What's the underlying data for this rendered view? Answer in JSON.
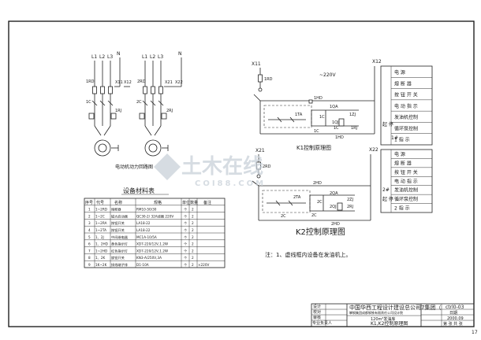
{
  "motor": {
    "left": {
      "phases": [
        "L1",
        "L2",
        "L3"
      ],
      "neutral": "N",
      "fuse": "1RD",
      "contactor": "1C",
      "relay": "1RJ",
      "terminals": [
        "X11",
        "X12"
      ]
    },
    "right": {
      "phases": [
        "L1",
        "L2",
        "L3"
      ],
      "neutral": "N",
      "fuse": "2RD",
      "contactor": "2C",
      "relay": "2RJ",
      "terminals": [
        "X21",
        "X22"
      ]
    },
    "caption": "电动机动力回路图"
  },
  "materials": {
    "title": "设备材料表",
    "headers": [
      "序号",
      "代号",
      "名",
      "称",
      "规",
      "格",
      "单位",
      "数量",
      "备",
      "注"
    ],
    "rows": [
      [
        "1",
        "1~2RD",
        "熔断器",
        "RM10-50/30",
        "个",
        "2"
      ],
      [
        "2",
        "1~2C",
        "磁力启动器",
        "QC30-2/ 32A线圈 220V",
        "个",
        "2"
      ],
      [
        "3",
        "1~2RA",
        "按钮开关",
        "LA18-22",
        "个",
        "2"
      ],
      [
        "4",
        "1~2TA",
        "按钮开关",
        "LA18-22",
        "个",
        "2"
      ],
      [
        "5",
        "1、2J",
        "中间继电器",
        "MC1A-10/5A",
        "个",
        "2"
      ],
      [
        "6",
        "1、2HD",
        "黄色指示灯",
        "XD7-220/12V,1.2W",
        "个",
        "2"
      ],
      [
        "7",
        "1~2HD",
        "红色指示灯",
        "XD7-220/12V,1.2W",
        "个",
        "2"
      ],
      [
        "8",
        "1、2K",
        "旋钮开关",
        "KN3-A/250V,3A",
        "个",
        "2"
      ],
      [
        "9",
        "1K~2K",
        "接线端子排",
        "D1-10A",
        "个",
        "2"
      ]
    ],
    "row_note": "×220V"
  },
  "k1": {
    "top_labels": [
      "X11",
      "X12"
    ],
    "voltage": "~220V",
    "components": [
      "1RD",
      "1HD",
      "1QA",
      "1TA",
      "1C",
      "1ZJ",
      "1QJ",
      "1C",
      "1RJ",
      "1C",
      "1HD"
    ],
    "caption": "K1控制原理图"
  },
  "k2": {
    "top_labels": [
      "X21",
      "X22"
    ],
    "components": [
      "2RD",
      "2HD",
      "2QA",
      "2TA",
      "2C",
      "2ZJ",
      "2QJ",
      "2C",
      "2RJ",
      "2C",
      "2HD"
    ],
    "caption": "K2控制原理图"
  },
  "legend1": {
    "rows": [
      "电 源",
      "熔 断 器",
      "按 钮 开 关",
      "电 动 指 示",
      "发油机控制",
      "循环泵控制",
      "1 指 示"
    ],
    "side_label": "起 停",
    "mark": "1#"
  },
  "legend2": {
    "rows": [
      "电 源",
      "熔 断 器",
      "按 钮 开 关",
      "电 动 指 示",
      "发油机控制",
      "循环泵控制",
      "2 指 示"
    ],
    "side_label": "起 停",
    "mark": "2#"
  },
  "note": "注：1、虚线框内设备在发油机上。",
  "watermark": {
    "cn": "土木在线",
    "en": "COI88.COM"
  },
  "title_block": {
    "company": "中国华西工程设计建设总公司7集团（",
    "company_sub": "攀钢集团成都钢铁有限责任公司设计院",
    "project": "120m³发油库",
    "drawing_title": "K1,K2控制原理图",
    "labels": [
      "设计",
      "校对",
      "审核",
      "专业负责人"
    ],
    "drawing_no": "ctrl0-03",
    "date_label": "日期",
    "date": "2000.09",
    "sheet": "第 张  共 张"
  },
  "page_number": "17"
}
